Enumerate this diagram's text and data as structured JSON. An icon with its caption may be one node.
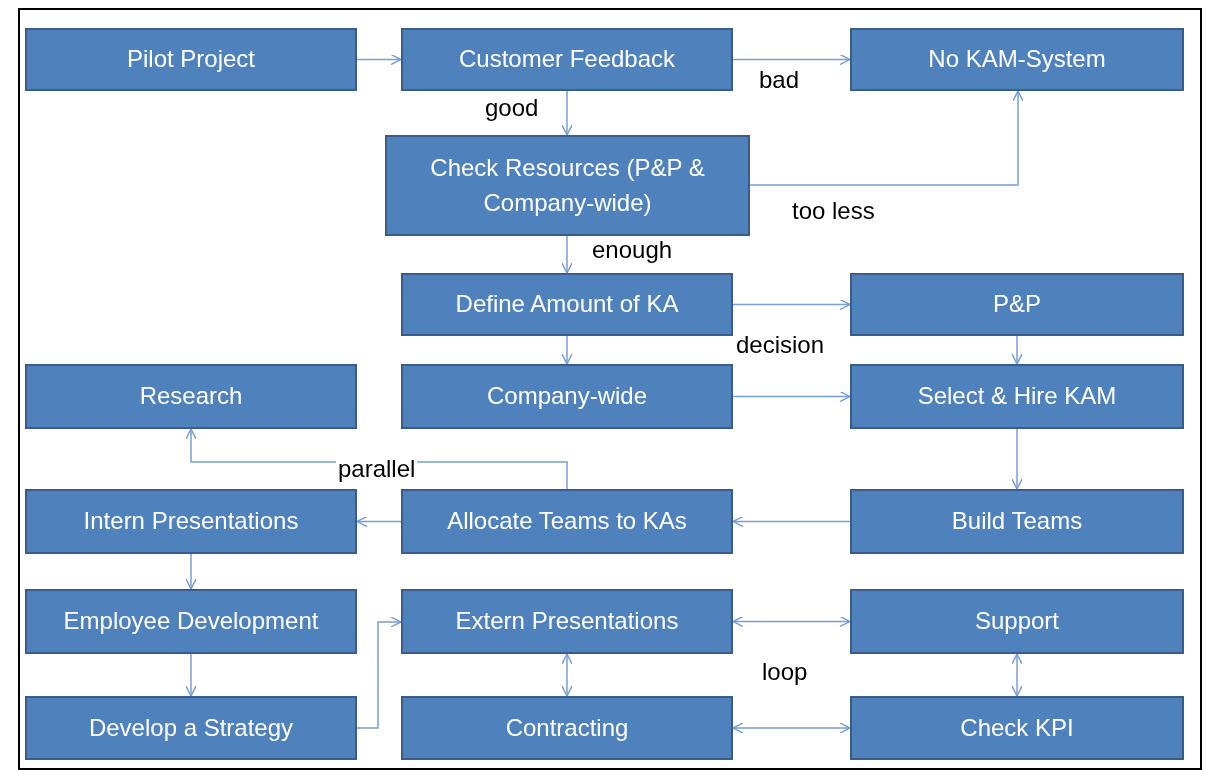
{
  "diagram": {
    "nodes": [
      {
        "text": [
          "Pilot Project"
        ]
      },
      {
        "text": [
          "Customer Feedback"
        ]
      },
      {
        "text": [
          "No KAM-System"
        ]
      },
      {
        "text": [
          "Check Resources (P&P & Company-wide)"
        ]
      },
      {
        "text": [
          "Define Amount of KA"
        ]
      },
      {
        "text": [
          "P&P"
        ]
      },
      {
        "text": [
          "Research"
        ]
      },
      {
        "text": [
          "Company-wide"
        ]
      },
      {
        "text": [
          "Select & Hire KAM"
        ]
      },
      {
        "text": [
          "Intern Presentations"
        ]
      },
      {
        "text": [
          "Allocate Teams to KAs"
        ]
      },
      {
        "text": [
          "Build Teams"
        ]
      },
      {
        "text": [
          "Employee Development"
        ]
      },
      {
        "text": [
          "Extern Presentations"
        ]
      },
      {
        "text": [
          "Support"
        ]
      },
      {
        "text": [
          "Develop a Strategy"
        ]
      },
      {
        "text": [
          "Contracting"
        ]
      },
      {
        "text": [
          "Check KPI"
        ]
      }
    ],
    "edges": [
      {
        "from": 0,
        "to": 1,
        "arrow": "to"
      },
      {
        "from": 1,
        "to": 2,
        "arrow": "to",
        "label": "bad"
      },
      {
        "from": 1,
        "to": 3,
        "arrow": "to",
        "label": "good"
      },
      {
        "from": 3,
        "to": 2,
        "arrow": "to",
        "label": "too less"
      },
      {
        "from": 3,
        "to": 4,
        "arrow": "to",
        "label": "enough"
      },
      {
        "from": 4,
        "to": 5,
        "arrow": "to"
      },
      {
        "from": 4,
        "to": 7,
        "arrow": "to"
      },
      {
        "from": 5,
        "to": 8,
        "arrow": "to"
      },
      {
        "from": 7,
        "to": 8,
        "arrow": "to"
      },
      {
        "from": 8,
        "to": 11,
        "arrow": "to"
      },
      {
        "from": 11,
        "to": 10,
        "arrow": "to"
      },
      {
        "from": 10,
        "to": 9,
        "arrow": "to"
      },
      {
        "from": 10,
        "to": 6,
        "arrow": "to",
        "label": "parallel"
      },
      {
        "from": 9,
        "to": 12,
        "arrow": "to"
      },
      {
        "from": 12,
        "to": 15,
        "arrow": "to"
      },
      {
        "from": 15,
        "to": 13,
        "arrow": "to"
      },
      {
        "from": 13,
        "to": 14,
        "arrow": "both"
      },
      {
        "from": 13,
        "to": 16,
        "arrow": "both"
      },
      {
        "from": 14,
        "to": 17,
        "arrow": "both"
      },
      {
        "from": 16,
        "to": 17,
        "arrow": "both"
      }
    ],
    "labels": [
      "decision",
      "loop"
    ]
  }
}
